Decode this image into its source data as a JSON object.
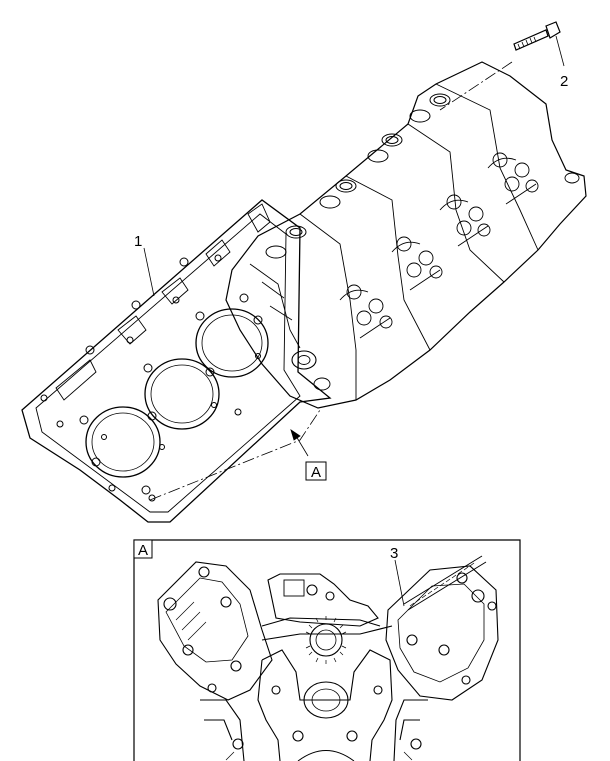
{
  "callouts": {
    "gasket": "1",
    "bolt": "2",
    "detail_part": "3"
  },
  "view_reference": "A",
  "detail_box_label": "A"
}
